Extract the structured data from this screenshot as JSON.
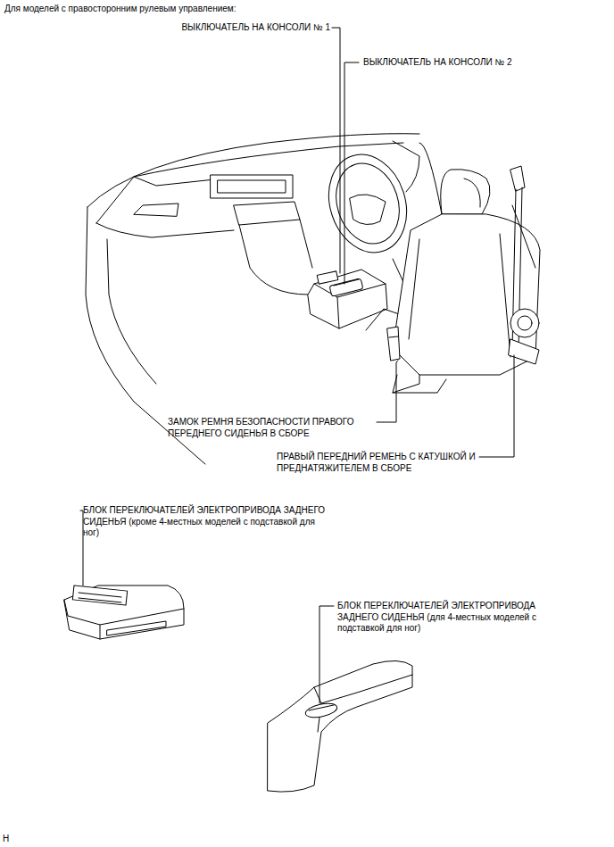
{
  "diagram": {
    "title": "Для моделей с правосторонним рулевым управлением:",
    "labels": [
      "ВЫКЛЮЧАТЕЛЬ НА КОНСОЛИ № 1",
      "ВЫКЛЮЧАТЕЛЬ НА КОНСОЛИ № 2",
      "ЗАМОК РЕМНЯ БЕЗОПАСНОСТИ ПРАВОГО ПЕРЕДНЕГО СИДЕНЬЯ В СБОРЕ",
      "ПРАВЫЙ ПЕРЕДНИЙ РЕМЕНЬ С КАТУШКОЙ И ПРЕДНАТЯЖИТЕЛЕМ В СБОРЕ",
      "БЛОК ПЕРЕКЛЮЧАТЕЛЕЙ ЭЛЕКТРОПРИВОДА ЗАДНЕГО СИДЕНЬЯ (кроме 4-местных моделей с подставкой для ног)",
      "БЛОК ПЕРЕКЛЮЧАТЕЛЕЙ ЭЛЕКТРОПРИВОДА ЗАДНЕГО СИДЕНЬЯ (для 4-местных моделей с подставкой для ног)",
      "H"
    ]
  }
}
